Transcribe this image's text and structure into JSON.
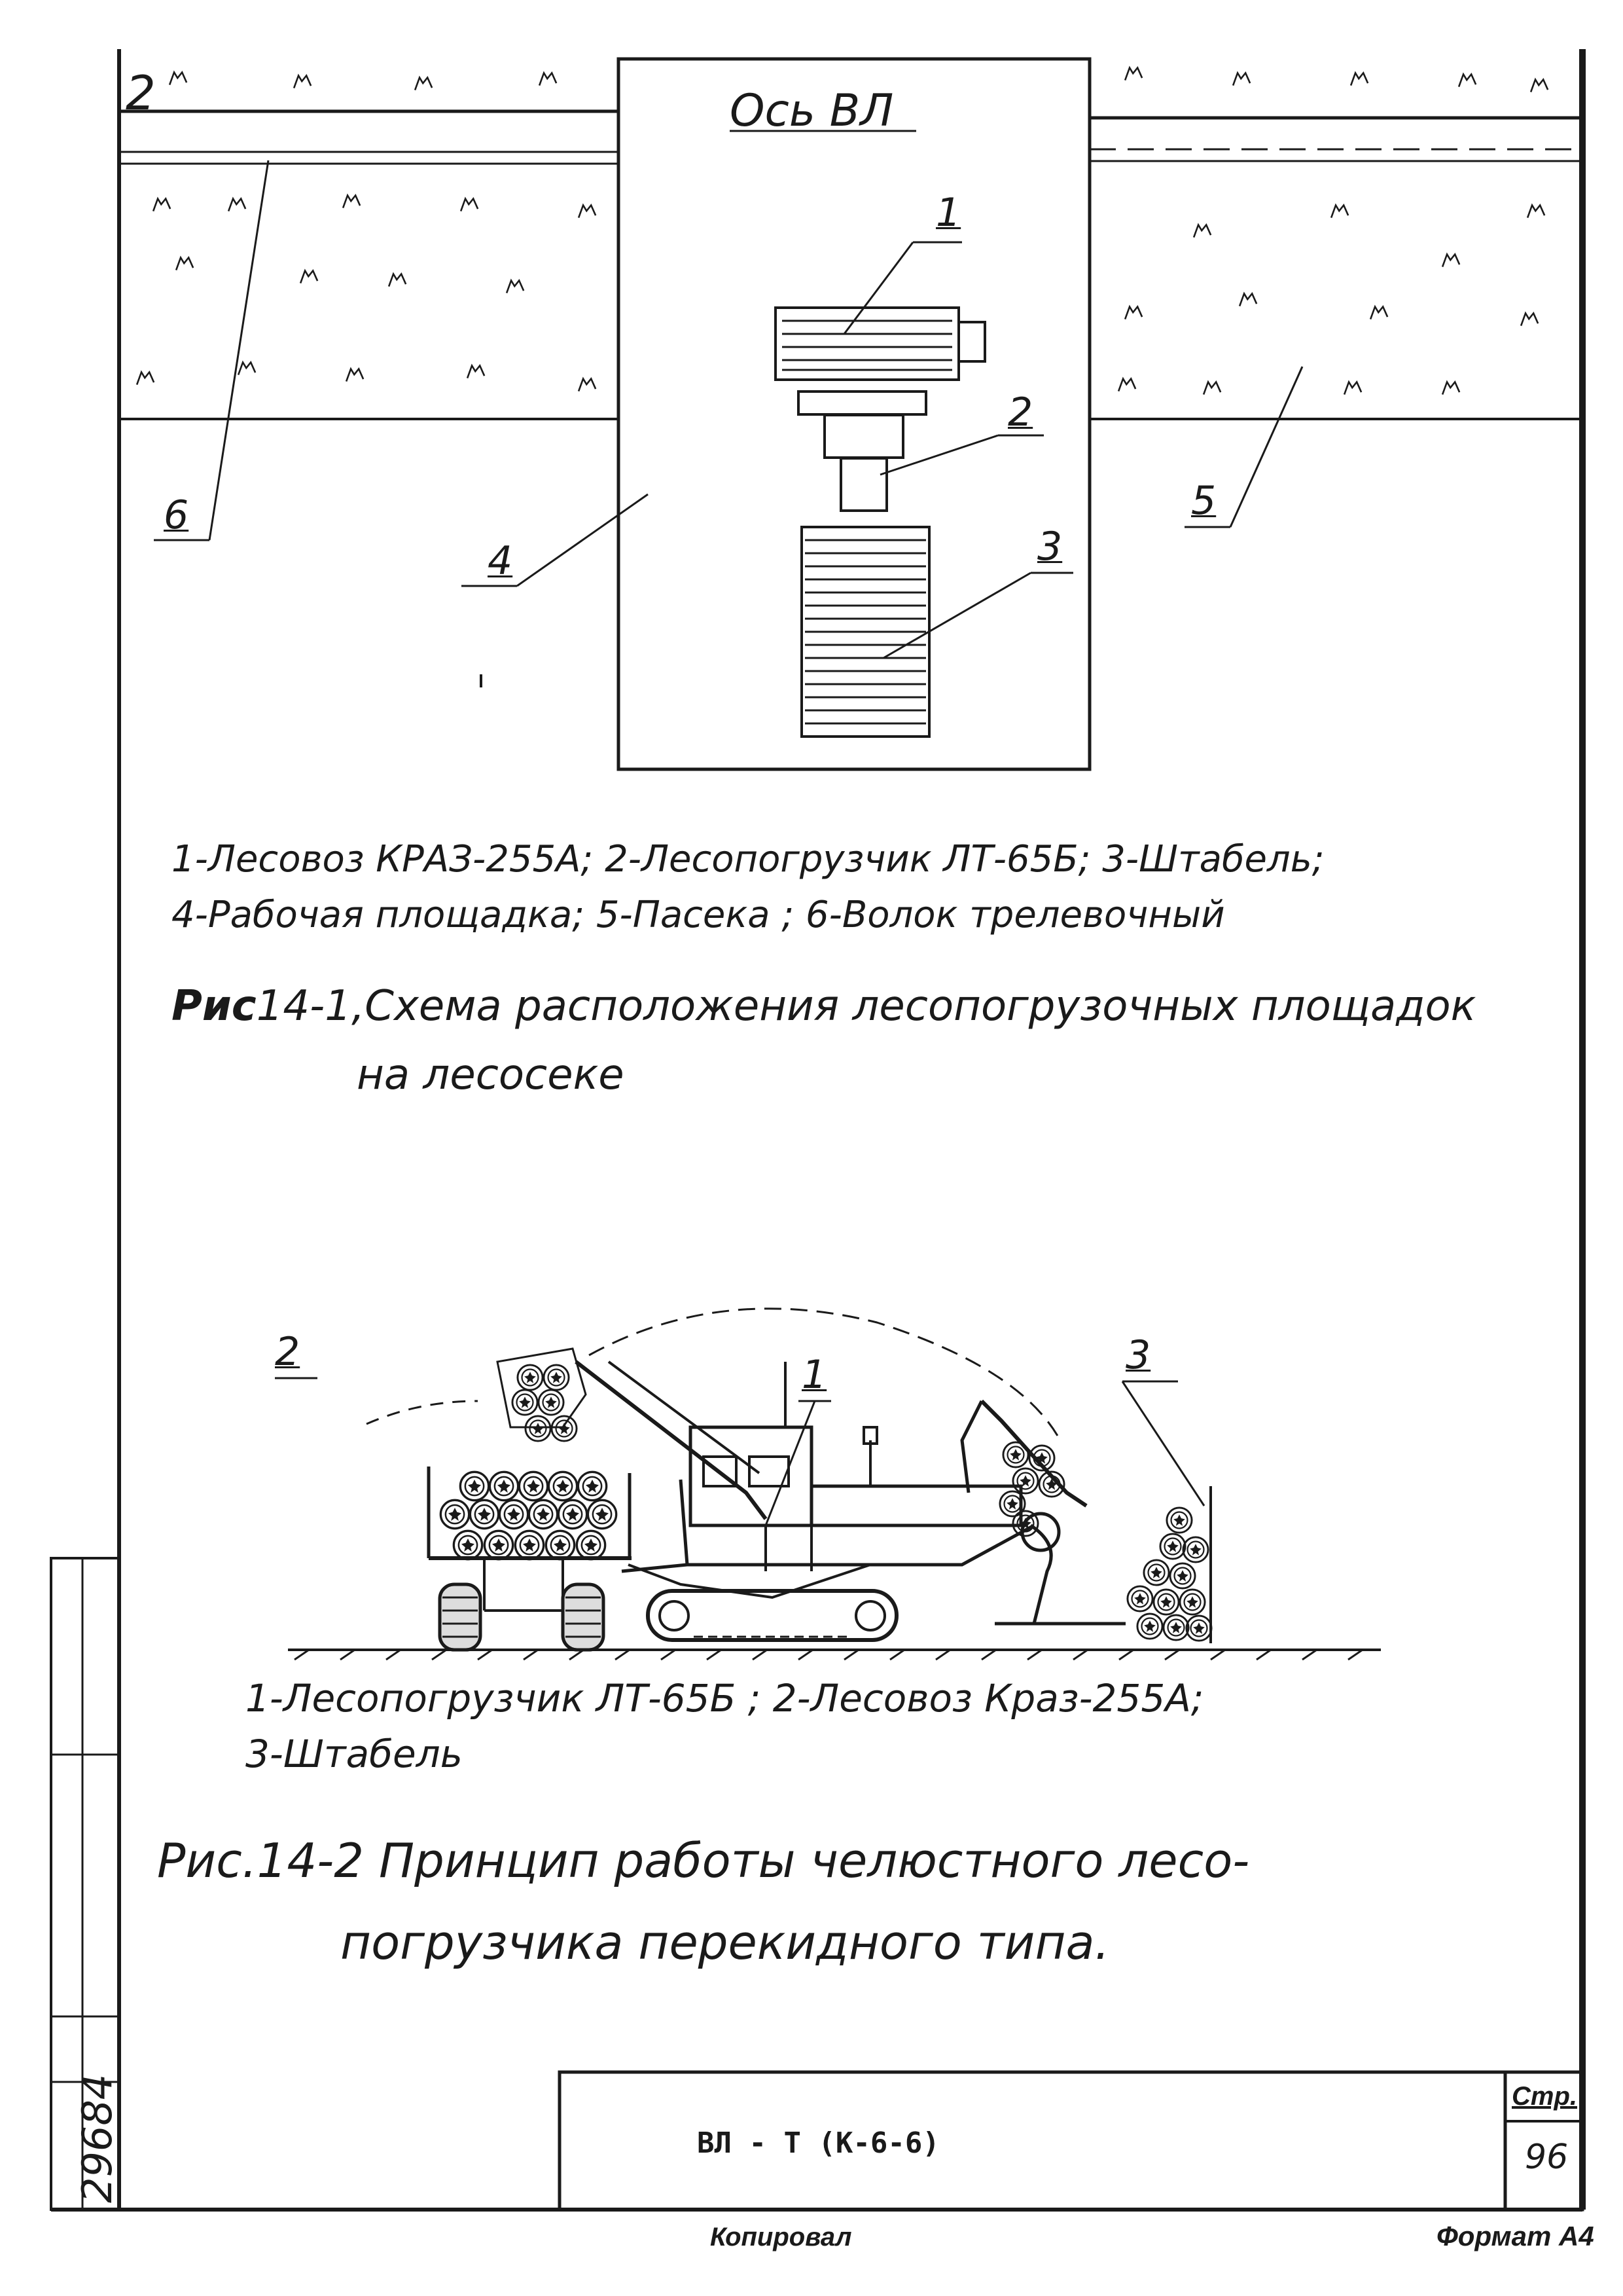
{
  "sheet": {
    "corner_mark": "2",
    "axis_label": "Ось ВЛ",
    "sheet_code": "ВЛ - Т (К-6-6)",
    "page_label": "Стр.",
    "page_number": "96",
    "side_number": "29684",
    "footer_left": "Копировал",
    "footer_right": "Формат А4"
  },
  "figure1": {
    "callouts": [
      "1",
      "2",
      "3",
      "4",
      "5",
      "6"
    ],
    "legend_line1": "1-Лесовоз КРАЗ-255А; 2-Лесопогрузчик ЛТ-65Б; 3-Штабель;",
    "legend_line2": "4-Рабочая площадка; 5-Пасека ; 6-Волок трелевочный",
    "caption_prefix": "Рис",
    "caption_line1": "14-1,Схема расположения лесопогрузочных площадок",
    "caption_line2": "на  лесосеке"
  },
  "figure2": {
    "callouts": [
      "1",
      "2",
      "3"
    ],
    "legend_line1": "1-Лесопогрузчик ЛТ-65Б ; 2-Лесовоз  Краз-255А;",
    "legend_line2": "3-Штабель",
    "caption_line1": "Рис.14-2 Принцип  работы  челюстного  лесо-",
    "caption_line2": "погрузчика  перекидного  типа."
  },
  "icons": [
    "grass-symbol-icon",
    "log-end-icon",
    "wheel-icon",
    "crawler-track-icon"
  ]
}
